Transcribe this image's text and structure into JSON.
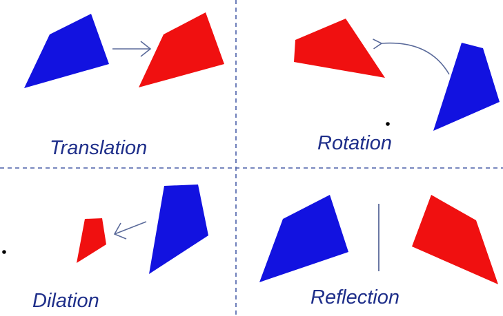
{
  "colors": {
    "original": "#1212e0",
    "image": "#f01010",
    "divider": "#4a5fa8",
    "arrow": "#5a6a9a",
    "label": "#1f2f8a",
    "background": "#ffffff"
  },
  "panels": [
    {
      "label": "Translation"
    },
    {
      "label": "Rotation"
    },
    {
      "label": "Dilation"
    },
    {
      "label": "Reflection"
    }
  ]
}
